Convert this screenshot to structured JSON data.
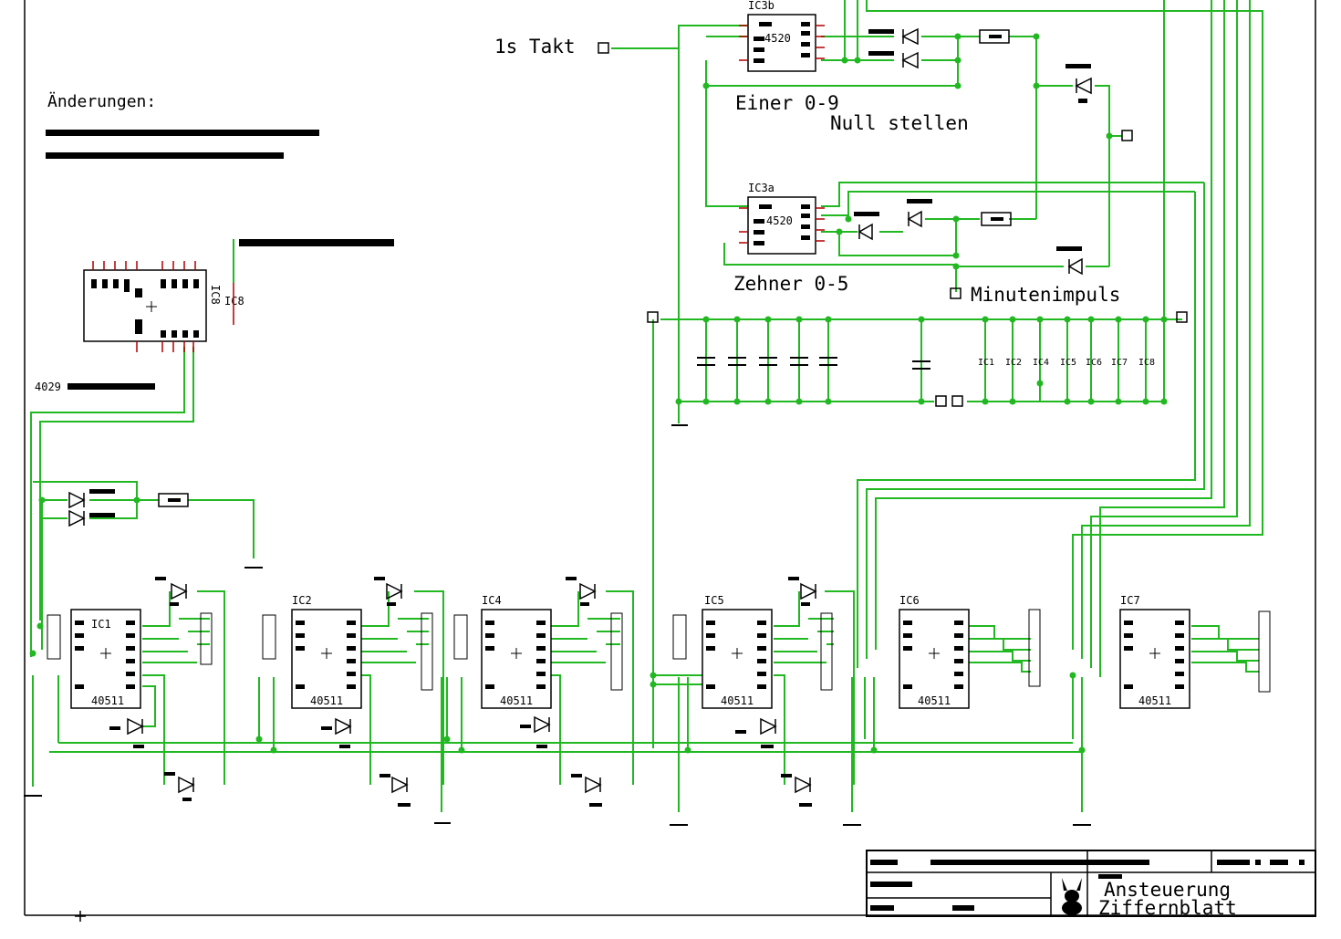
{
  "sheet": {
    "changes_label": "Änderungen:",
    "clock_label": "1s Takt",
    "counter_units_label": "Einer 0-9",
    "reset_label": "Null stellen",
    "counter_tens_label": "Zehner 0-5",
    "minute_pulse_label": "Minutenimpuls",
    "part_4029": "4029",
    "ic8_label": "IC8",
    "ic8_side": "IC8"
  },
  "counters": [
    {
      "ref": "IC3b",
      "type": "4520"
    },
    {
      "ref": "IC3a",
      "type": "4520"
    }
  ],
  "decoders": [
    {
      "ref": "IC1",
      "type": "40511"
    },
    {
      "ref": "IC2",
      "type": "40511"
    },
    {
      "ref": "IC4",
      "type": "40511"
    },
    {
      "ref": "IC5",
      "type": "40511"
    },
    {
      "ref": "IC6",
      "type": "40511"
    },
    {
      "ref": "IC7",
      "type": "40511"
    }
  ],
  "decoupling_caps": [
    "IC1",
    "IC2",
    "IC4",
    "IC5",
    "IC6",
    "IC7",
    "IC8"
  ],
  "title_block": {
    "title_line1": "Ansteuerung",
    "title_line2": "Ziffernblatt"
  },
  "colors": {
    "wire": "#22b822",
    "component": "#000000",
    "pin": "#b00000"
  }
}
